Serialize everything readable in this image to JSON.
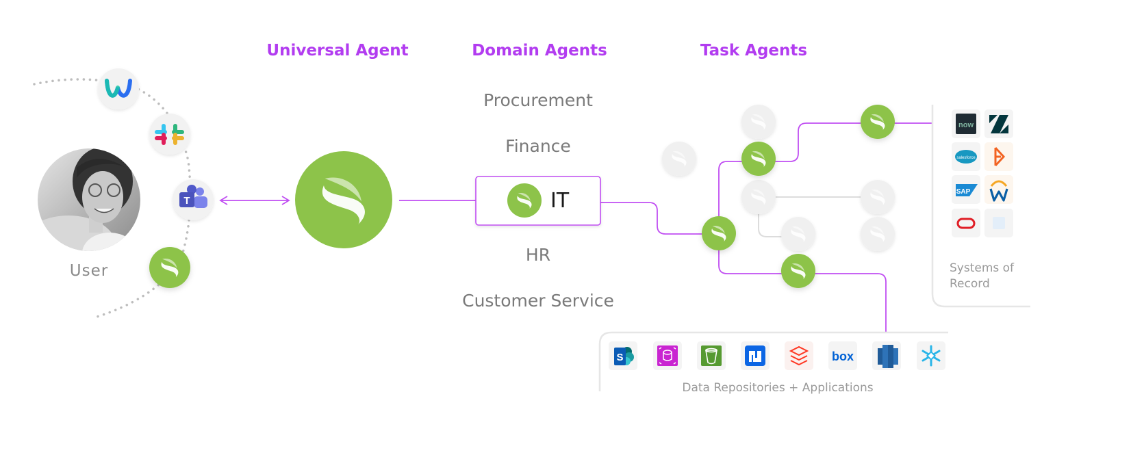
{
  "headings": {
    "universal": "Universal Agent",
    "domain": "Domain Agents",
    "task": "Task Agents"
  },
  "user": {
    "label": "User"
  },
  "domains": {
    "procurement": "Procurement",
    "finance": "Finance",
    "it": "IT",
    "hr": "HR",
    "customer_service": "Customer Service"
  },
  "systems_of_record": {
    "caption_line1": "Systems of",
    "caption_line2": "Record",
    "apps": [
      "servicenow-logo",
      "zendesk-logo",
      "salesforce-logo",
      "bmc-logo",
      "sap-logo",
      "workday-logo",
      "oracle-logo",
      "blank-app-tile"
    ],
    "servicenow_text": "now",
    "salesforce_text": "salesforce",
    "sap_text": "SAP"
  },
  "data_repositories": {
    "caption": "Data Repositories + Applications",
    "apps": [
      "sharepoint-logo",
      "aws-rds-logo",
      "aws-s3-logo",
      "confluence-logo",
      "databricks-logo",
      "box-logo",
      "redshift-logo",
      "snowflake-logo"
    ],
    "box_text": "box",
    "sharepoint_text": "S"
  },
  "colors": {
    "accent": "#b23cf0",
    "agent_green": "#8dc34a",
    "line_purple": "#c04ef2",
    "muted_text": "#7a7a7a",
    "inactive_node": "#f0f0f0"
  }
}
